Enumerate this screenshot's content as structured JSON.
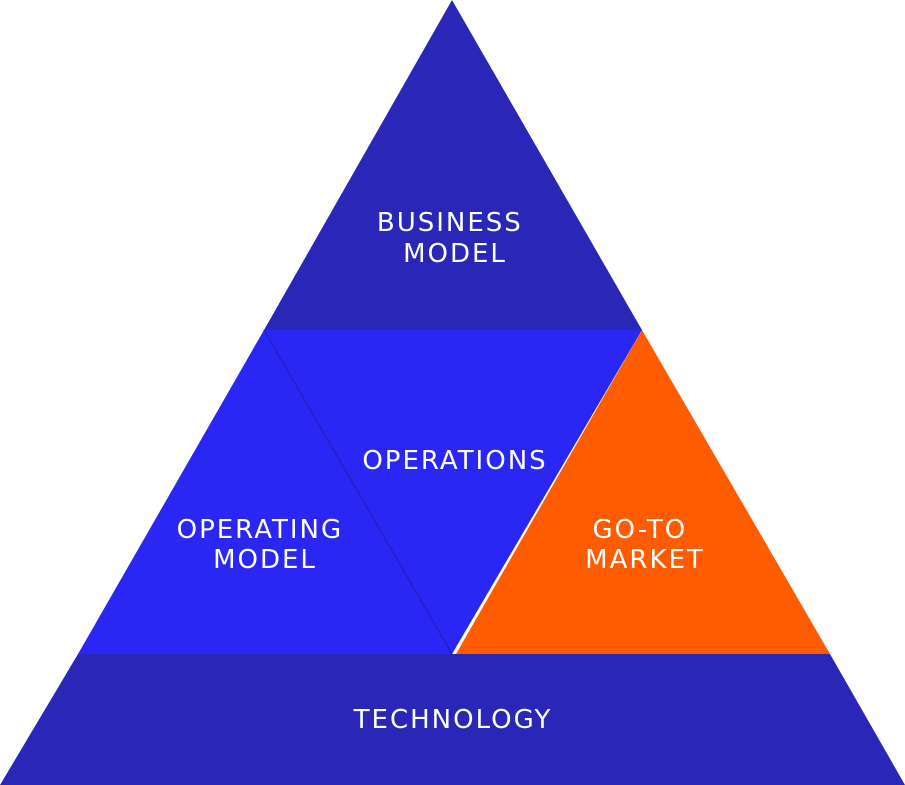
{
  "colors": {
    "dark_blue": "#2a27b8",
    "bright_blue": "#2a27f5",
    "orange": "#ff5c00",
    "label_text": "#ffffff"
  },
  "segments": {
    "business_model": {
      "line1": "BUSINESS",
      "line2": "MODEL"
    },
    "operations": {
      "line1": "OPERATIONS"
    },
    "operating_model": {
      "line1": "OPERATING",
      "line2": "MODEL"
    },
    "go_to_market": {
      "line1": "GO-TO",
      "line2": "MARKET"
    },
    "technology": {
      "line1": "TECHNOLOGY"
    }
  }
}
